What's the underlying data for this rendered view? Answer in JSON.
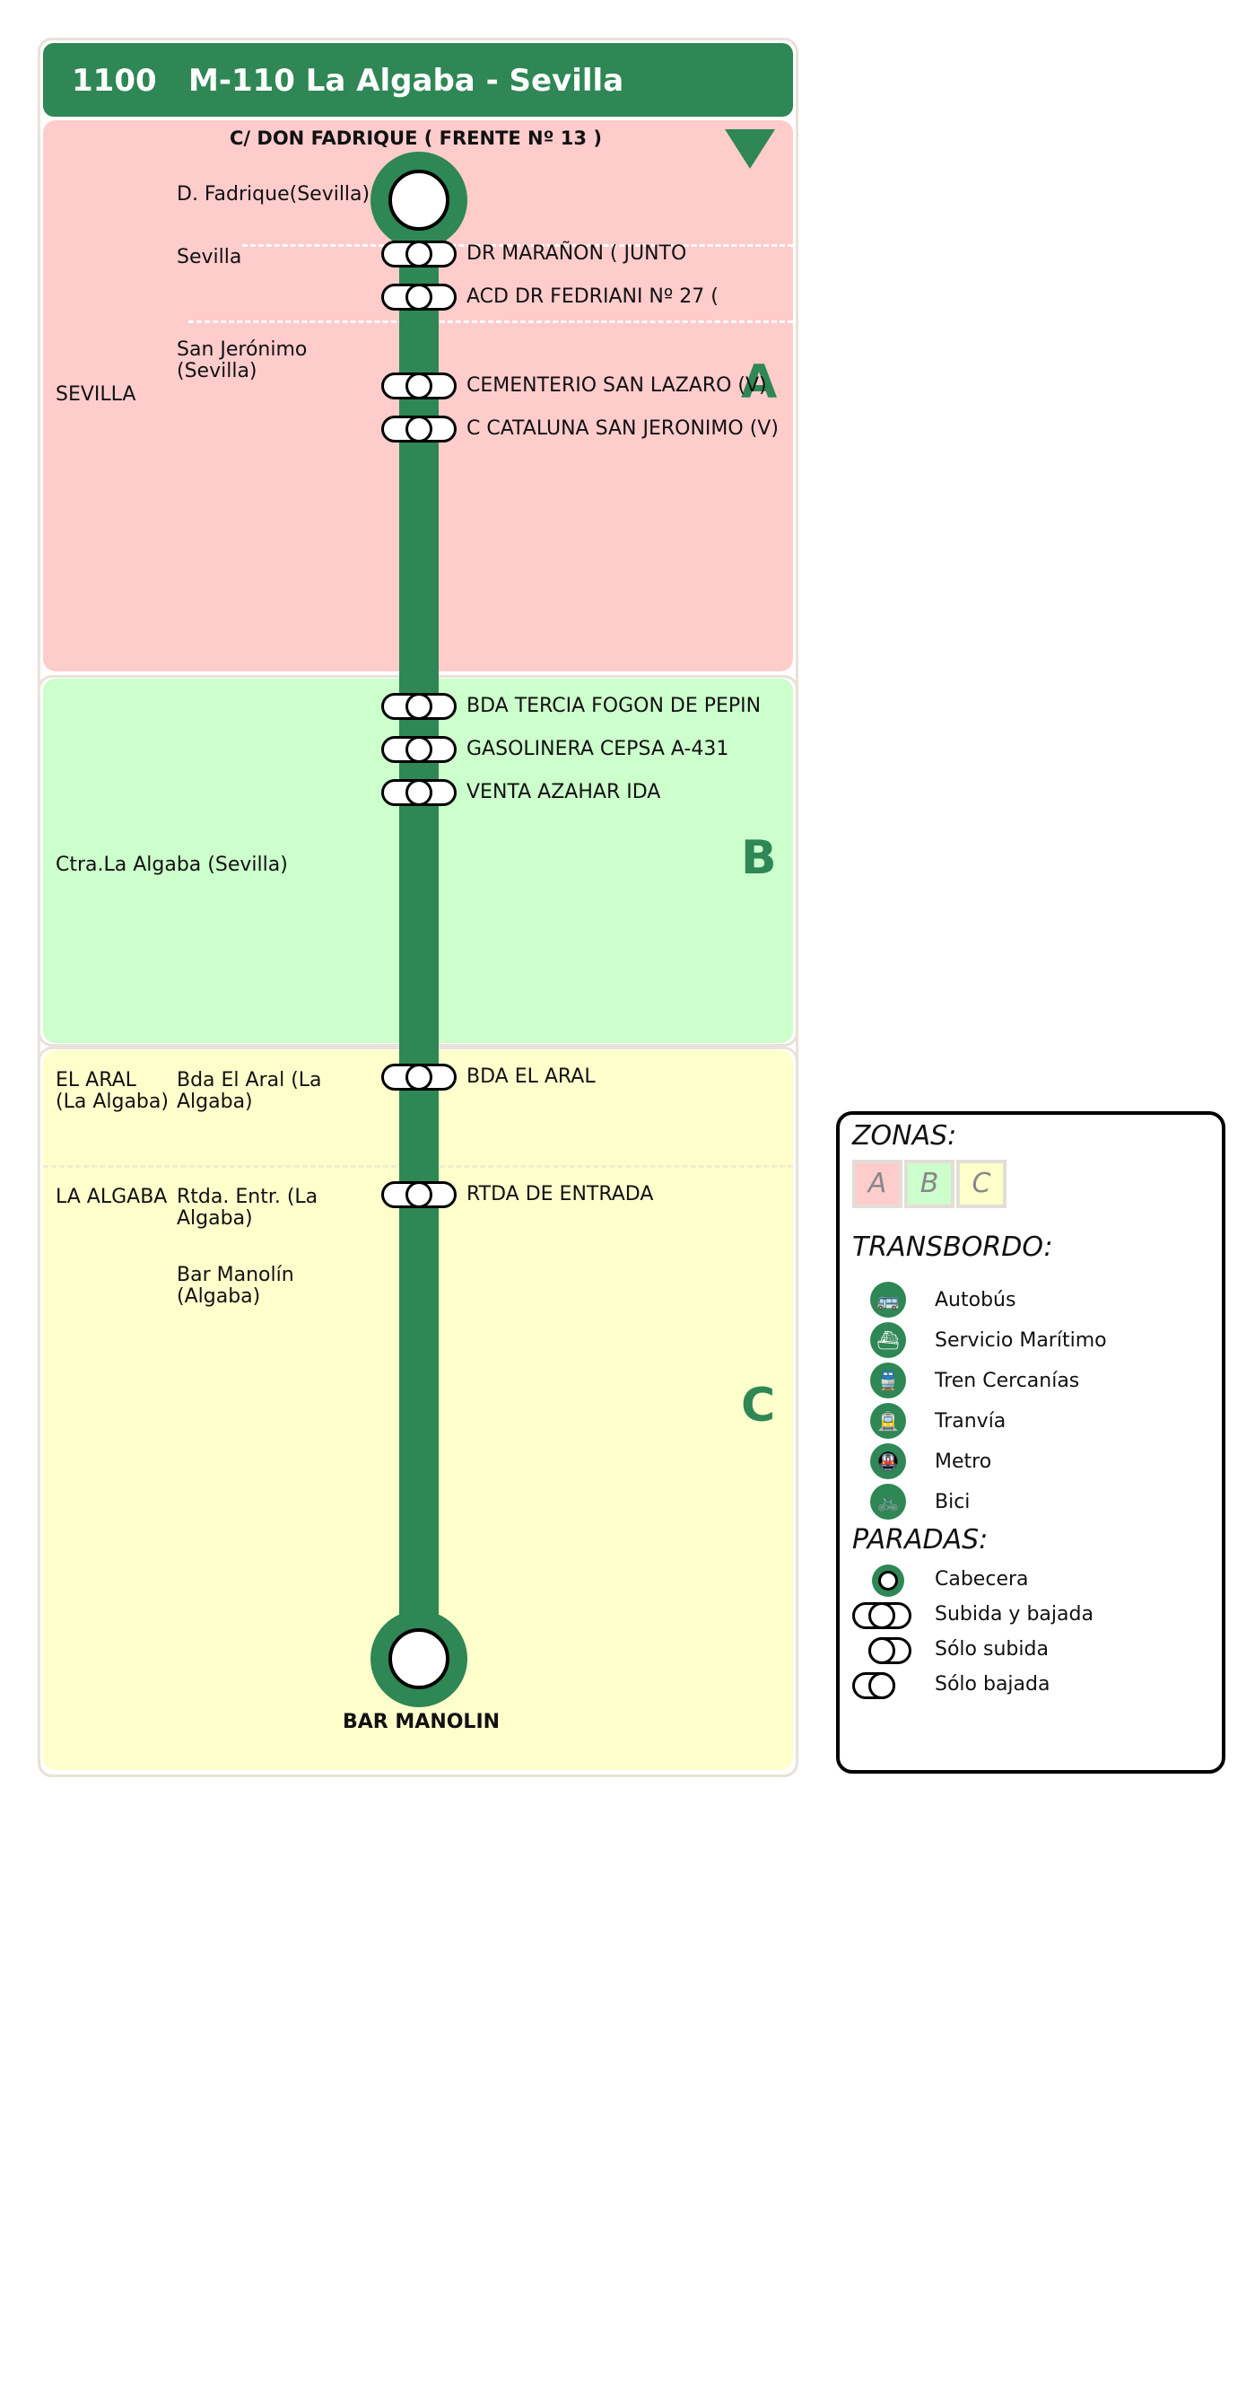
{
  "header": {
    "line_code": "1100",
    "line_name": "M-110 La Algaba - Sevilla"
  },
  "colors": {
    "brand": "#2e8754",
    "zone_a": "#ffcccc",
    "zone_b": "#ccffcc",
    "zone_c": "#ffffcc"
  },
  "origin": {
    "label": "C/ DON FADRIQUE ( FRENTE Nº 13 )"
  },
  "destination": {
    "label": "BAR MANOLIN"
  },
  "zones": [
    {
      "letter": "A"
    },
    {
      "letter": "B"
    },
    {
      "letter": "C"
    }
  ],
  "municipalities": [
    {
      "name": "SEVILLA"
    },
    {
      "name": "Ctra.La Algaba (Sevilla)"
    },
    {
      "name": "EL ARAL\n(La Algaba)"
    },
    {
      "name": "LA ALGABA"
    }
  ],
  "areas": [
    {
      "name": "D. Fadrique(Sevilla)"
    },
    {
      "name": "Sevilla"
    },
    {
      "name": "San Jerónimo\n(Sevilla)"
    },
    {
      "name": "Bda El Aral (La\nAlgaba)"
    },
    {
      "name": "Rtda. Entr. (La\nAlgaba)"
    },
    {
      "name": "Bar Manolín\n(Algaba)"
    }
  ],
  "stops": [
    {
      "name": "DR MARAÑON ( JUNTO"
    },
    {
      "name": "ACD DR FEDRIANI Nº 27 ("
    },
    {
      "name": "CEMENTERIO SAN LAZARO (V)"
    },
    {
      "name": "C CATALUNA SAN JERONIMO (V)"
    },
    {
      "name": "BDA TERCIA FOGON DE PEPIN"
    },
    {
      "name": "GASOLINERA CEPSA A-431"
    },
    {
      "name": "VENTA AZAHAR IDA"
    },
    {
      "name": "BDA EL ARAL"
    },
    {
      "name": "RTDA DE ENTRADA"
    }
  ],
  "legend": {
    "zones_heading": "ZONAS:",
    "zone_swatches": [
      "A",
      "B",
      "C"
    ],
    "transfer_heading": "TRANSBORDO:",
    "transfers": [
      {
        "label": "Autobús",
        "icon": "bus-icon"
      },
      {
        "label": "Servicio Marítimo",
        "icon": "ferry-icon"
      },
      {
        "label": "Tren Cercanías",
        "icon": "train-icon"
      },
      {
        "label": "Tranvía",
        "icon": "tram-icon"
      },
      {
        "label": "Metro",
        "icon": "metro-icon"
      },
      {
        "label": "Bici",
        "icon": "bike-icon"
      }
    ],
    "stops_heading": "PARADAS:",
    "stop_types": [
      {
        "label": "Cabecera"
      },
      {
        "label": "Subida y bajada"
      },
      {
        "label": "Sólo subida"
      },
      {
        "label": "Sólo bajada"
      }
    ]
  }
}
